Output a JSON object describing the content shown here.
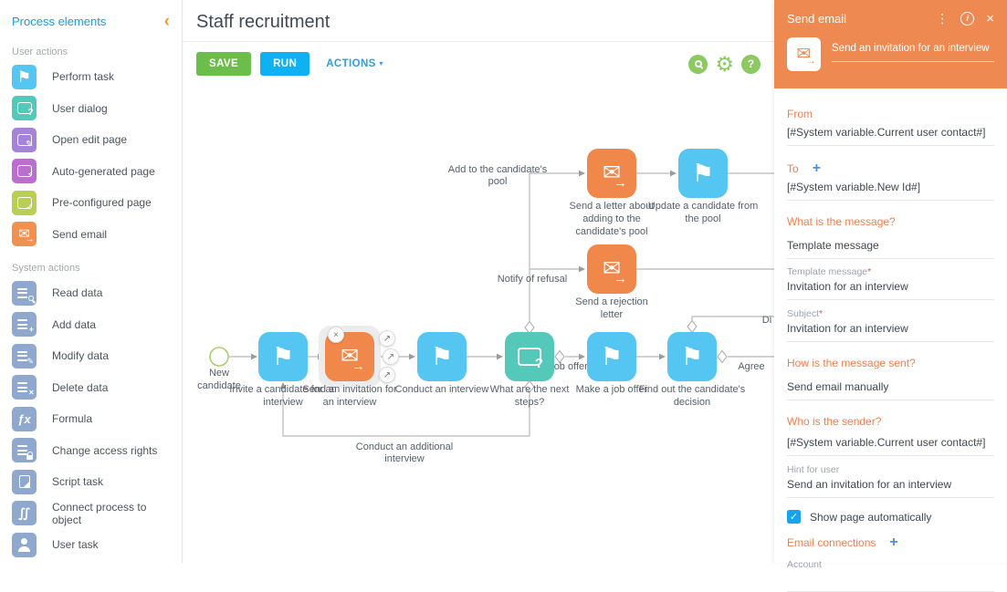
{
  "colors": {
    "accent_orange": "#ee8952",
    "node_blue": "#55c6f1",
    "node_teal": "#54c8b9",
    "node_orange": "#f0884c",
    "purple": "#a583d9",
    "magenta": "#ba6fce",
    "olive": "#b9ce54",
    "system_icon_blue": "#8fa9ce",
    "save_green": "#6cbe4c",
    "run_blue": "#0eb1f1",
    "link_blue": "#2e9fd8",
    "toolbar_green": "#8cc963",
    "checkbox_blue": "#18a3ee"
  },
  "icons": {
    "flag": "⚑",
    "mail": "✉",
    "arrow_right": "→",
    "question": "?",
    "pencil": "✎",
    "lightning": "⚡",
    "check": "✓",
    "plus_badge": "+",
    "x_badge": "×",
    "fx": "ƒx",
    "connect": "∬",
    "kebab": "⋮",
    "info": "i",
    "close": "×",
    "caret": "▾",
    "collapse": "‹",
    "handle_arrow": "↗",
    "checkmark": "✓",
    "plus": "+",
    "help": "?"
  },
  "sidebar": {
    "title": "Process elements",
    "sections": [
      {
        "label": "User actions",
        "items": [
          {
            "label": "Perform task"
          },
          {
            "label": "User dialog"
          },
          {
            "label": "Open edit page"
          },
          {
            "label": "Auto-generated page"
          },
          {
            "label": "Pre-configured page"
          },
          {
            "label": "Send email"
          }
        ]
      },
      {
        "label": "System actions",
        "items": [
          {
            "label": "Read data"
          },
          {
            "label": "Add data"
          },
          {
            "label": "Modify data"
          },
          {
            "label": "Delete data"
          },
          {
            "label": "Formula"
          },
          {
            "label": "Change access rights"
          },
          {
            "label": "Script task"
          },
          {
            "label": "Connect process to object"
          },
          {
            "label": "User task"
          }
        ]
      }
    ]
  },
  "header": {
    "title": "Staff recruitment",
    "save_label": "SAVE",
    "run_label": "RUN",
    "actions_label": "ACTIONS"
  },
  "canvas": {
    "nodes": {
      "start": "New candidate",
      "invite": "Invite a candidate for an interview",
      "send_invitation": "Send an invitation for an interview",
      "conduct": "Conduct an interview",
      "next_steps": "What are the next steps?",
      "job_offer_task": "Make a job offer",
      "find_decision": "Find out the candidate's decision",
      "send_pool_letter": "Send a letter about adding to the candidate's pool",
      "update_candidate": "Update a candidate from the pool",
      "send_rejection": "Send a rejection letter"
    },
    "edge_labels": {
      "add_pool": "Add to the candidate's pool",
      "notify_refusal": "Notify of refusal",
      "job_offer": "Job offer",
      "agree": "Agree",
      "disagree_cut": "Di",
      "additional": "Conduct an additional interview"
    }
  },
  "panel": {
    "title": "Send email",
    "caption": "Send an invitation for an interview",
    "required_mark": "*",
    "fields": {
      "from_label": "From",
      "from_value": "[#System variable.Current user contact#]",
      "to_label": "To",
      "to_value": "[#System variable.New Id#]",
      "message_q": "What is the message?",
      "message_type": "Template message",
      "template_label": "Template message",
      "template_value": "Invitation for an interview",
      "subject_label": "Subject",
      "subject_value": "Invitation for an interview",
      "how_q": "How is the message sent?",
      "how_value": "Send email manually",
      "who_q": "Who is the sender?",
      "who_value": "[#System variable.Current user contact#]",
      "hint_label": "Hint for user",
      "hint_value": "Send an invitation for an interview",
      "show_page": "Show page automatically",
      "email_connections": "Email connections",
      "account_label": "Account"
    }
  }
}
